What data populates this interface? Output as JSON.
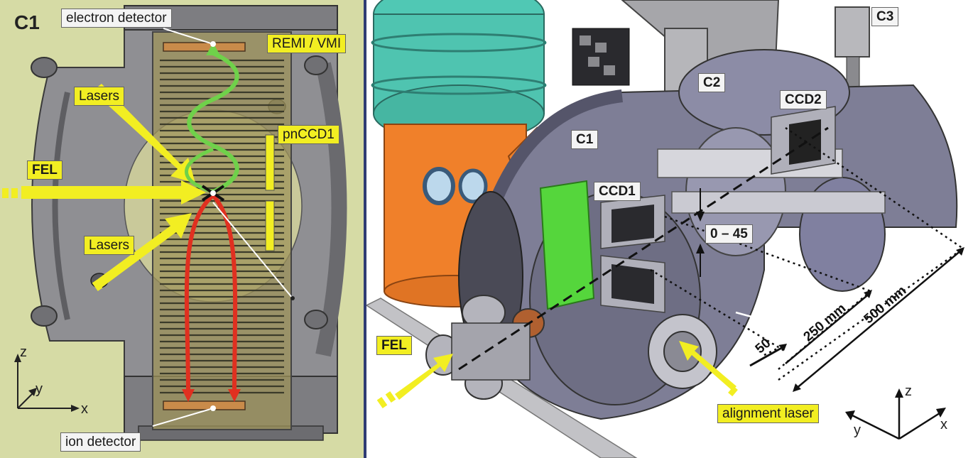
{
  "left": {
    "panel_label": "C1",
    "labels": {
      "electron_detector": "electron detector",
      "remi_vmi": "REMI / VMI",
      "lasers_top": "Lasers",
      "pnccd1": "pnCCD1",
      "fel": "FEL",
      "lasers_bottom": "Lasers",
      "ion_detector": "ion detector"
    },
    "axes": {
      "z": "z",
      "y": "y",
      "x": "x"
    }
  },
  "right": {
    "labels": {
      "c3": "C3",
      "c2": "C2",
      "ccd2": "CCD2",
      "c1": "C1",
      "ccd1": "CCD1",
      "range": "0 – 45",
      "fel": "FEL",
      "alignment_laser": "alignment laser"
    },
    "dimensions": {
      "d50": "50",
      "d250": "250 mm",
      "d500": "500 mm"
    },
    "axes": {
      "z": "z",
      "y": "y",
      "x": "x"
    }
  },
  "colors": {
    "left_background": "#d6dba5",
    "divider": "#2f3c74",
    "label_yellow": "#f2ee22",
    "electron_path": "#6fd14a",
    "ion_path": "#e03020",
    "teal_chamber": "#4fc4b0",
    "orange_pipe": "#f0802a",
    "green_part": "#55d63c"
  }
}
